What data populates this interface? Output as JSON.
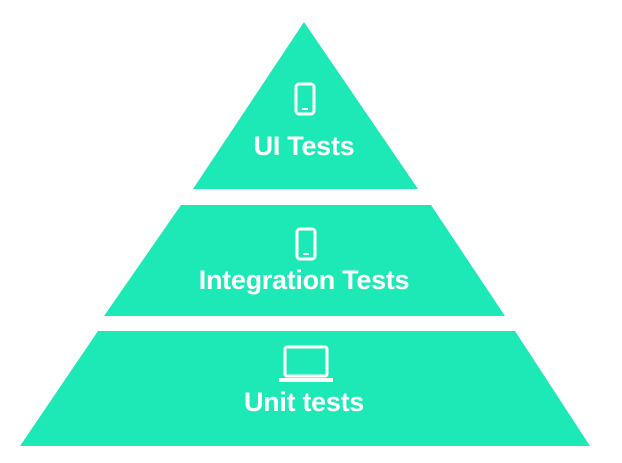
{
  "colors": {
    "tier_fill": "#1de9b6",
    "text": "#ffffff"
  },
  "tiers": [
    {
      "label": "UI Tests",
      "icon": "smartphone-icon"
    },
    {
      "label": "Integration Tests",
      "icon": "smartphone-icon"
    },
    {
      "label": "Unit tests",
      "icon": "laptop-icon"
    }
  ]
}
